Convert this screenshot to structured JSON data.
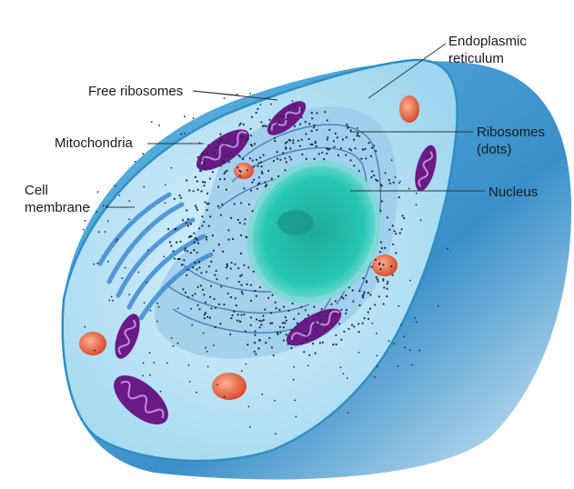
{
  "diagram": {
    "labels": {
      "free_ribosomes": "Free ribosomes",
      "mitochondria": "Mitochondria",
      "cell_membrane_line1": "Cell",
      "cell_membrane_line2": "membrane",
      "er_line1": "Endoplasmic",
      "er_line2": "reticulum",
      "ribosomes_line1": "Ribosomes",
      "ribosomes_line2": "(dots)",
      "nucleus": "Nucleus"
    },
    "colors": {
      "cytoplasm": "#bfe7f5",
      "cell_outer": "#4aa6d6",
      "nucleus": "#1ec7b4",
      "mitochondria": "#6a1a86",
      "lysosome": "#e8553a",
      "golgi": "#5aa7de",
      "dots": "#1b2a4a"
    }
  }
}
